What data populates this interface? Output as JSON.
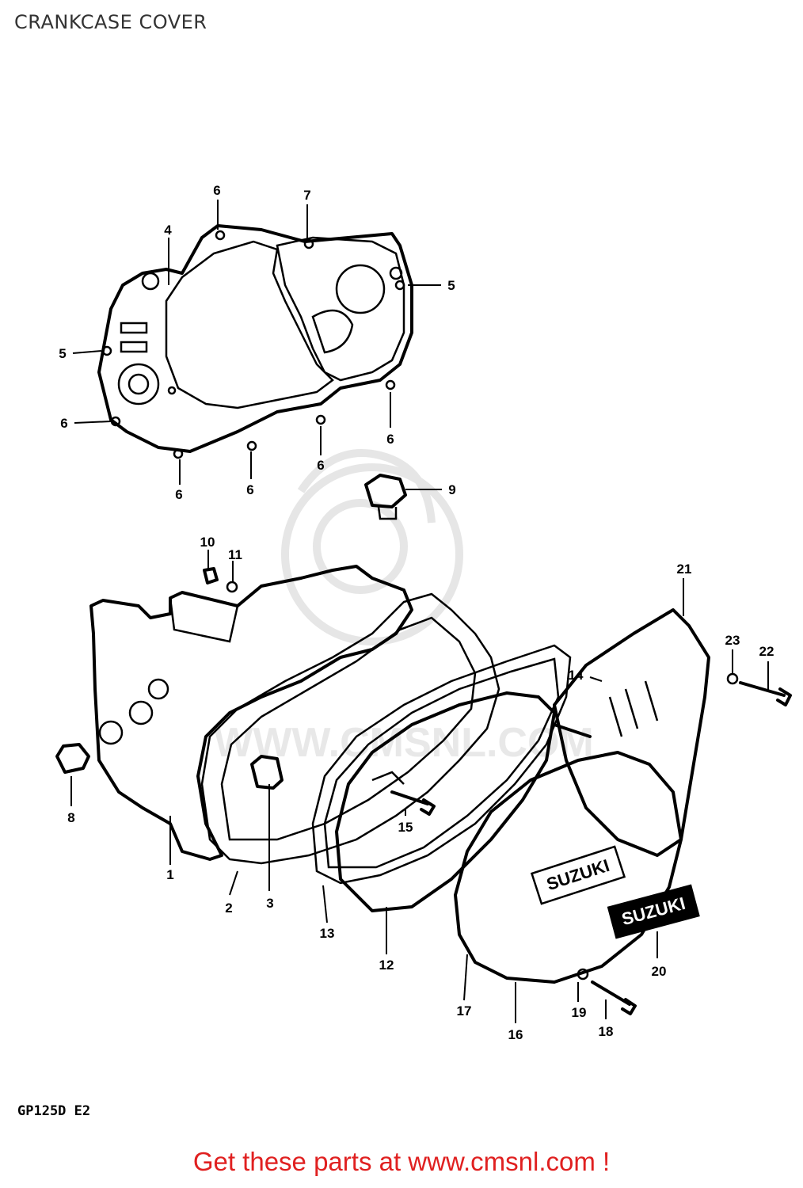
{
  "page": {
    "title": "CRANKCASE COVER",
    "model_code": "GP125D E2",
    "footer": "Get these parts at www.cmsnl.com !"
  },
  "emblem_text": "SUZUKI",
  "watermark_text": "WWW.CMSNL.COM",
  "callouts": [
    {
      "id": "c1",
      "text": "1"
    },
    {
      "id": "c2",
      "text": "2"
    },
    {
      "id": "c3",
      "text": "3"
    },
    {
      "id": "c4",
      "text": "4"
    },
    {
      "id": "c5a",
      "text": "5"
    },
    {
      "id": "c5b",
      "text": "5"
    },
    {
      "id": "c6a",
      "text": "6"
    },
    {
      "id": "c6b",
      "text": "6"
    },
    {
      "id": "c6c",
      "text": "6"
    },
    {
      "id": "c6d",
      "text": "6"
    },
    {
      "id": "c6e",
      "text": "6"
    },
    {
      "id": "c6f",
      "text": "6"
    },
    {
      "id": "c7",
      "text": "7"
    },
    {
      "id": "c8",
      "text": "8"
    },
    {
      "id": "c9",
      "text": "9"
    },
    {
      "id": "c10",
      "text": "10"
    },
    {
      "id": "c11",
      "text": "11"
    },
    {
      "id": "c12",
      "text": "12"
    },
    {
      "id": "c13",
      "text": "13"
    },
    {
      "id": "c14",
      "text": "14"
    },
    {
      "id": "c15",
      "text": "15"
    },
    {
      "id": "c16",
      "text": "16"
    },
    {
      "id": "c17",
      "text": "17"
    },
    {
      "id": "c18",
      "text": "18"
    },
    {
      "id": "c19",
      "text": "19"
    },
    {
      "id": "c20",
      "text": "20"
    },
    {
      "id": "c21",
      "text": "21"
    },
    {
      "id": "c22",
      "text": "22"
    },
    {
      "id": "c23",
      "text": "23"
    }
  ]
}
